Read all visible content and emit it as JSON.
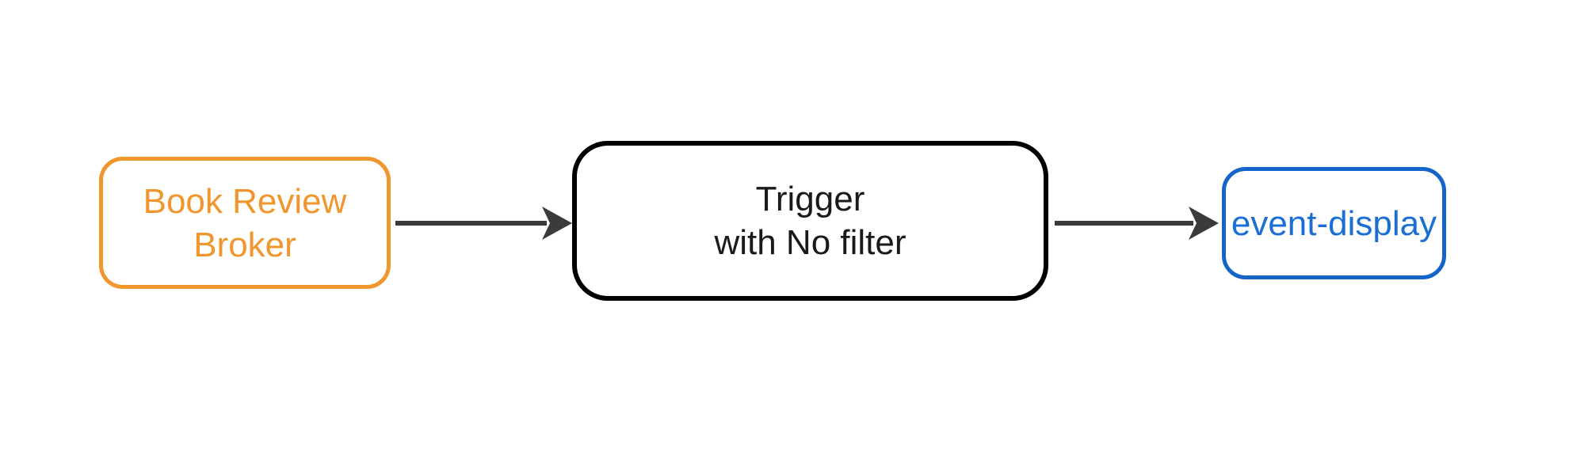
{
  "diagram": {
    "background_color": "#ffffff",
    "arrow_color": "#3B3B3B",
    "nodes": [
      {
        "id": "book-review-broker",
        "line1": "Book Review",
        "line2": "Broker",
        "text_color": "#F0962D",
        "border_color": "#F0962D",
        "shape": "rounded-rectangle"
      },
      {
        "id": "trigger",
        "line1": "Trigger",
        "line2": "with No filter",
        "text_color": "#1a1a1a",
        "border_color": "#000000",
        "shape": "rounded-rectangle"
      },
      {
        "id": "event-display",
        "line1": "event-display",
        "text_color": "#1B6FD3",
        "border_color": "#1565C8",
        "shape": "rounded-rectangle"
      }
    ],
    "edges": [
      {
        "from": "book-review-broker",
        "to": "trigger",
        "style": "solid-arrow"
      },
      {
        "from": "trigger",
        "to": "event-display",
        "style": "solid-arrow"
      }
    ]
  }
}
